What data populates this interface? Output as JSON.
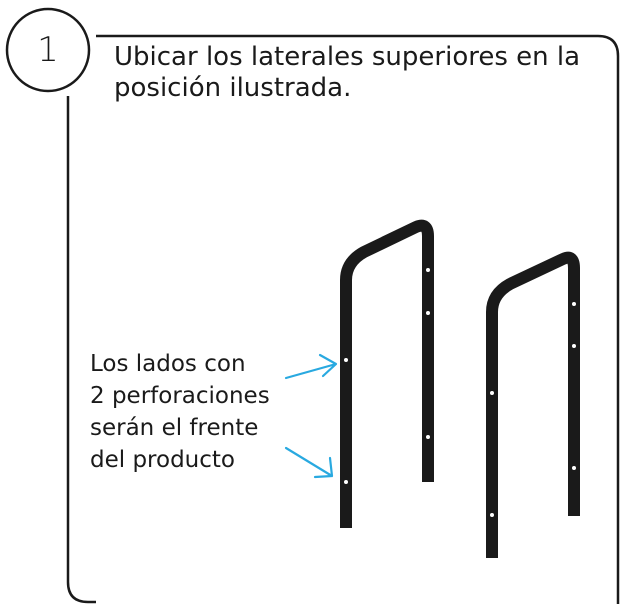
{
  "step": {
    "number": "1",
    "instruction": "Ubicar los laterales superiores en la posición ilustrada."
  },
  "callout": {
    "lines": [
      "Los lados con",
      "2 perforaciones",
      "serán el frente",
      "del producto"
    ]
  },
  "colors": {
    "outline": "#1a1a1a",
    "arrow": "#29a9e0",
    "hole": "#ffffff"
  },
  "icons": [
    "arrow-right-icon"
  ]
}
